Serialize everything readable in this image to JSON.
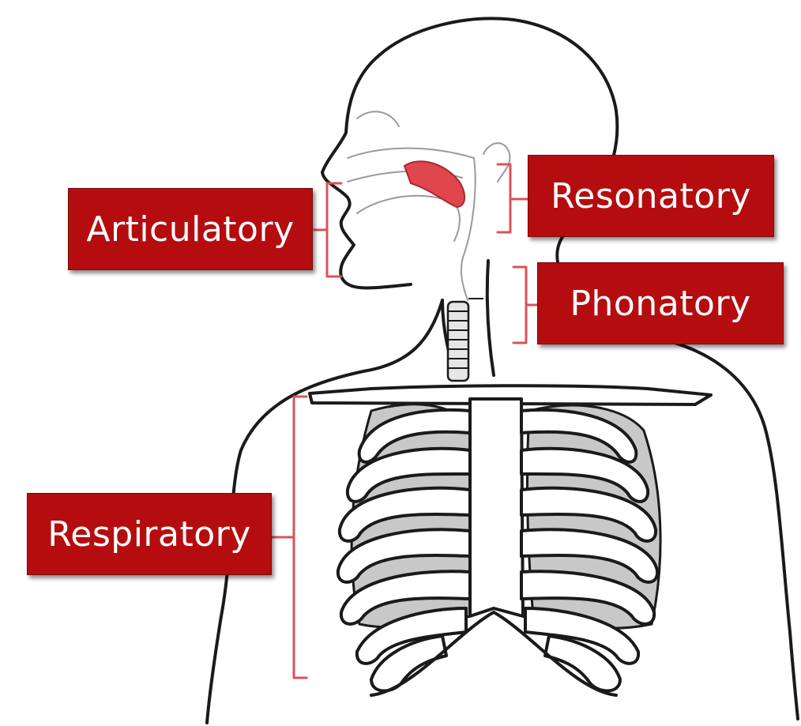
{
  "labels": {
    "articulatory": "Articulatory",
    "resonatory": "Resonatory",
    "phonatory": "Phonatory",
    "respiratory": "Respiratory"
  },
  "colors": {
    "label_fill": "#b50d0f",
    "label_text": "#ffffff",
    "bracket": "#d9535a",
    "lung_fill": "#c8c8c8",
    "outline": "#1a1a1a",
    "soft_palate": "#e0474c"
  },
  "illustration": {
    "subject": "head, neck and upper torso with rib cage, lungs, trachea and vocal tract"
  }
}
